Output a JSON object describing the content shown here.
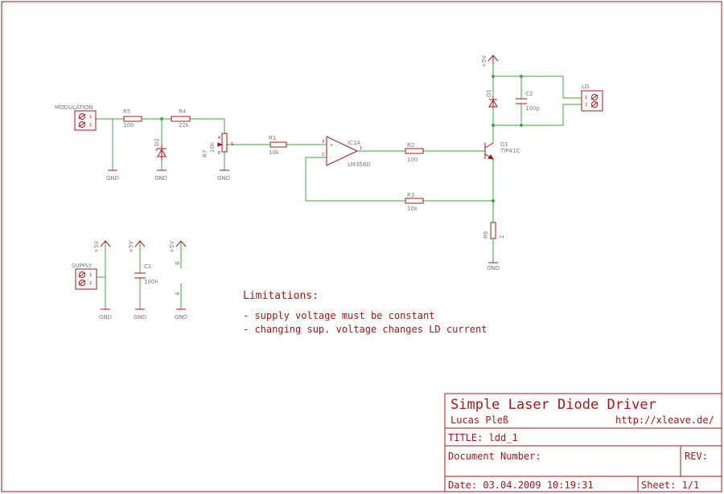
{
  "parts": {
    "modulation": "MODULATION",
    "r5": {
      "name": "R5",
      "value": "100"
    },
    "r4": {
      "name": "R4",
      "value": "22k"
    },
    "d2": "D2",
    "r7": {
      "name": "R7",
      "value": "10k"
    },
    "r1": {
      "name": "R1",
      "value": "10k"
    },
    "ic": {
      "name": "IC1A",
      "value": "LM358D"
    },
    "r2": {
      "name": "R2",
      "value": "100"
    },
    "r3": {
      "name": "R3",
      "value": "10k"
    },
    "q1": {
      "name": "Q1",
      "value": "TIP41C"
    },
    "r6": {
      "name": "R6",
      "value": "2"
    },
    "d1": "D1",
    "c2": {
      "name": "C2",
      "value": "100p"
    },
    "ld": "LD",
    "supply": "SUPPLY",
    "c1": {
      "name": "C1",
      "value": "100n"
    },
    "ic_pin_top": "8",
    "ic_pin_bottom": "4"
  },
  "net_labels": {
    "gnd": "GND",
    "vcc": "+5V"
  },
  "pins": {
    "one": "1",
    "two": "2",
    "three": "3",
    "plus": "+",
    "minus": "-",
    "a": "A",
    "e": "E",
    "s": "S"
  },
  "notes": {
    "title": "Limitations:",
    "line1": "- supply voltage must be constant",
    "line2": "- changing sup. voltage changes LD current"
  },
  "frame": {
    "title": "Simple Laser Diode Driver",
    "author": "Lucas Pleß",
    "url": "http://xleave.de/",
    "drawing": "TITLE:  ldd_1",
    "doc_number": "Document Number:",
    "rev": "REV:",
    "date": "Date: 03.04.2009 10:19:31",
    "sheet": "Sheet: 1/1"
  }
}
